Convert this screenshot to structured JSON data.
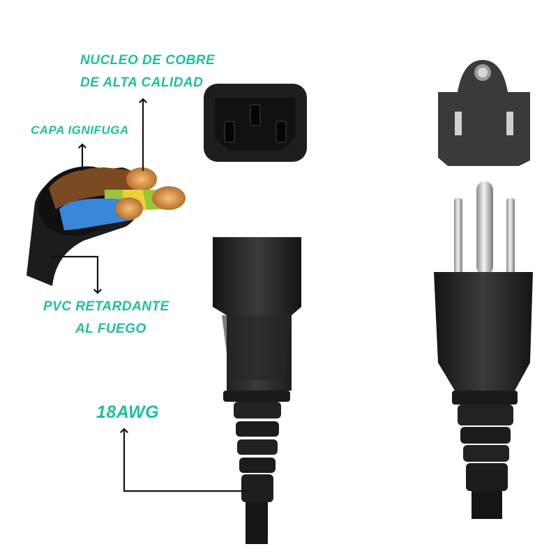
{
  "annotations": {
    "core_line1": "NUCLEO DE COBRE",
    "core_line2": "DE ALTA CALIDAD",
    "fire_layer": "CAPA IGNIFUGA",
    "pvc_line1": "PVC RETARDANTE",
    "pvc_line2": "AL FUEGO",
    "gauge": "18AWG"
  },
  "colors": {
    "label": "#1fbf9a",
    "plug_body": "#2a2a2a",
    "copper": "#e2994a",
    "wire_brown": "#7b4a22",
    "wire_blue": "#3a86d8",
    "wire_green_yellow": "#9bc43a",
    "pins": "#d6d6d6"
  },
  "icons": [
    "arrow-up-icon",
    "arrow-down-icon"
  ]
}
